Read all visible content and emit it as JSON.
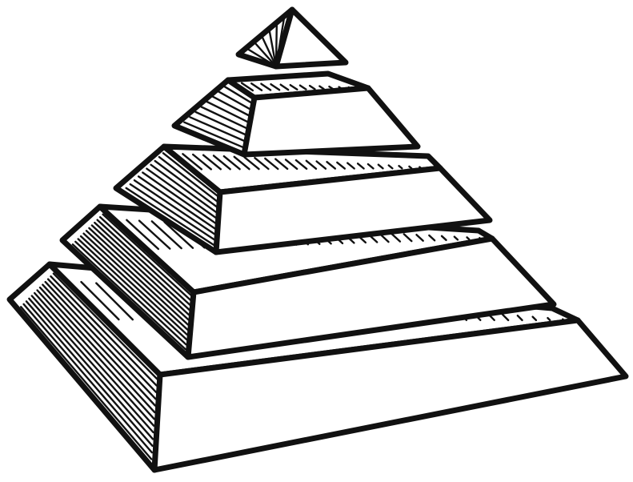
{
  "illustration": {
    "subject": "pyramid",
    "style": "hand-drawn line art",
    "tiers": 5,
    "colors": {
      "ink": "#111111",
      "fill": "#ffffff",
      "background": "#ffffff"
    }
  }
}
